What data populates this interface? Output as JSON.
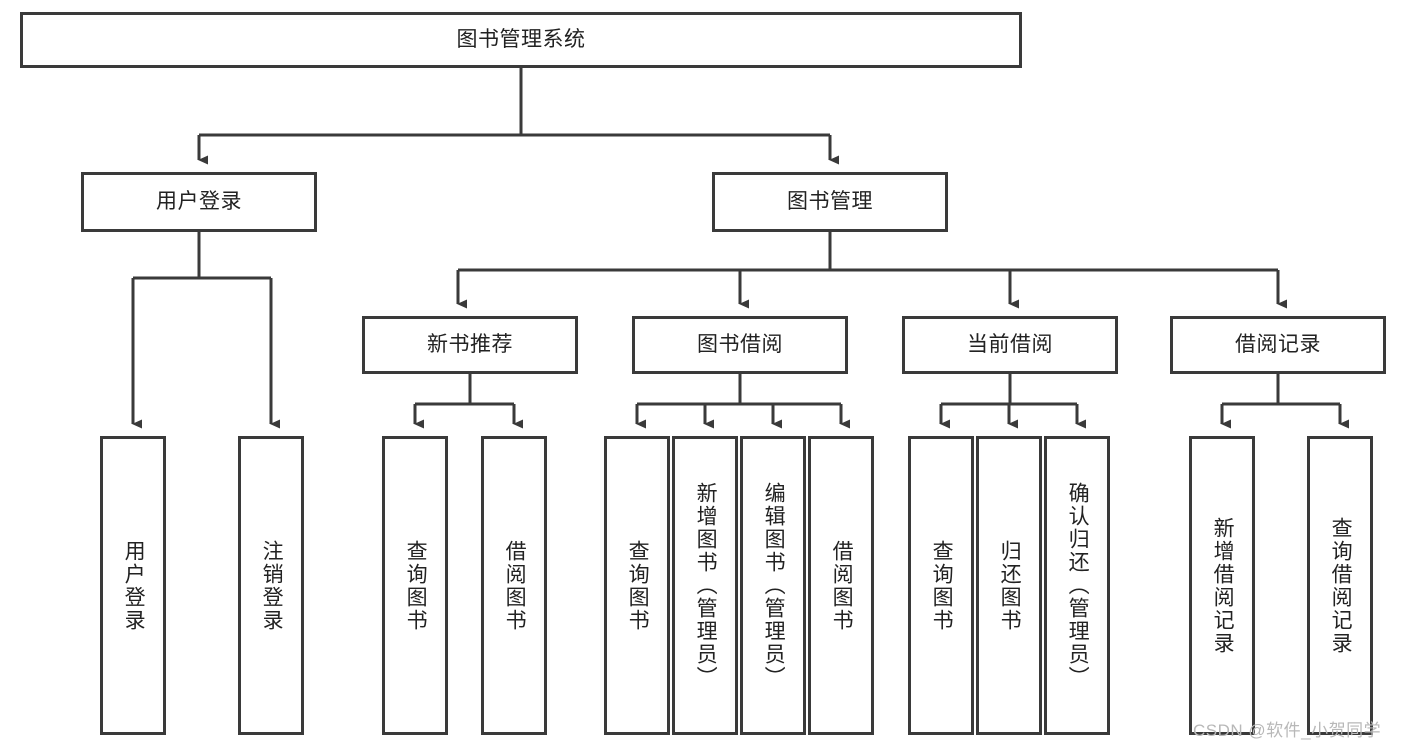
{
  "diagram": {
    "type": "tree-hierarchy-chart",
    "title": "图书管理系统",
    "root": {
      "id": "root",
      "label": "图书管理系统"
    },
    "level2": [
      {
        "id": "user-login",
        "label": "用户登录"
      },
      {
        "id": "book-management",
        "label": "图书管理"
      }
    ],
    "level3": [
      {
        "id": "new-book-recommend",
        "label": "新书推荐",
        "parent": "book-management"
      },
      {
        "id": "book-borrow",
        "label": "图书借阅",
        "parent": "book-management"
      },
      {
        "id": "current-borrow",
        "label": "当前借阅",
        "parent": "book-management"
      },
      {
        "id": "borrow-record",
        "label": "借阅记录",
        "parent": "book-management"
      }
    ],
    "leaves": {
      "user-login": [
        {
          "id": "leaf-user-login",
          "label": "用户登录"
        },
        {
          "id": "leaf-user-logout",
          "label": "注销登录"
        }
      ],
      "new-book-recommend": [
        {
          "id": "leaf-query-book-1",
          "label": "查询图书"
        },
        {
          "id": "leaf-borrow-book-1",
          "label": "借阅图书"
        }
      ],
      "book-borrow": [
        {
          "id": "leaf-query-book-2",
          "label": "查询图书"
        },
        {
          "id": "leaf-add-book",
          "label": "新增图书（管理员）"
        },
        {
          "id": "leaf-edit-book",
          "label": "编辑图书（管理员）"
        },
        {
          "id": "leaf-borrow-book-2",
          "label": "借阅图书"
        }
      ],
      "current-borrow": [
        {
          "id": "leaf-query-book-3",
          "label": "查询图书"
        },
        {
          "id": "leaf-return-book",
          "label": "归还图书"
        },
        {
          "id": "leaf-confirm-return",
          "label": "确认归还（管理员）"
        }
      ],
      "borrow-record": [
        {
          "id": "leaf-add-record",
          "label": "新增借阅记录"
        },
        {
          "id": "leaf-query-record",
          "label": "查询借阅记录"
        }
      ]
    }
  },
  "watermark": {
    "text": "CSDN @软件_小贺同学"
  },
  "colors": {
    "stroke": "#3a3a3a",
    "text": "#222222",
    "background": "#ffffff",
    "watermark": "#b8b8b8"
  }
}
